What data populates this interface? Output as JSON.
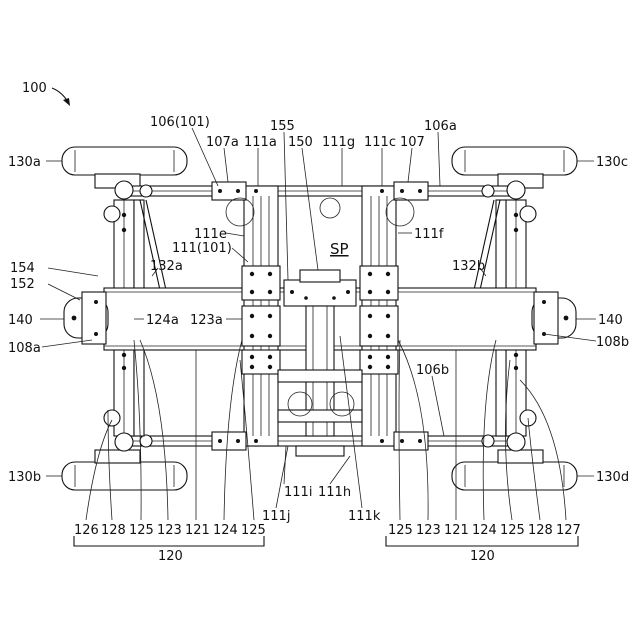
{
  "figure": {
    "ref_main": "100",
    "sp": "SP",
    "labels": {
      "l130a": "130a",
      "l130c": "130c",
      "l130b": "130b",
      "l130d": "130d",
      "l106_101": "106(101)",
      "l107a": "107a",
      "l111a": "111a",
      "l155": "155",
      "l150": "150",
      "l111g": "111g",
      "l111c": "111c",
      "l107": "107",
      "l106a": "106a",
      "l111e": "111e",
      "l111f": "111f",
      "l111_101": "111(101)",
      "l132a": "132a",
      "l132b": "132b",
      "l154": "154",
      "l152": "152",
      "l140left": "140",
      "l140right": "140",
      "l124a": "124a",
      "l123a": "123a",
      "l108a": "108a",
      "l108b": "108b",
      "l106b": "106b",
      "l111i": "111i",
      "l111h": "111h",
      "l111j": "111j",
      "l111k": "111k",
      "b126": "126",
      "b128l": "128",
      "b125l1": "125",
      "b123l": "123",
      "b121l": "121",
      "b124l": "124",
      "b125l2": "125",
      "b125r1": "125",
      "b123r": "123",
      "b121r": "121",
      "b124r": "124",
      "b125r2": "125",
      "b128r": "128",
      "b127": "127",
      "group_left": "120",
      "group_right": "120"
    }
  }
}
